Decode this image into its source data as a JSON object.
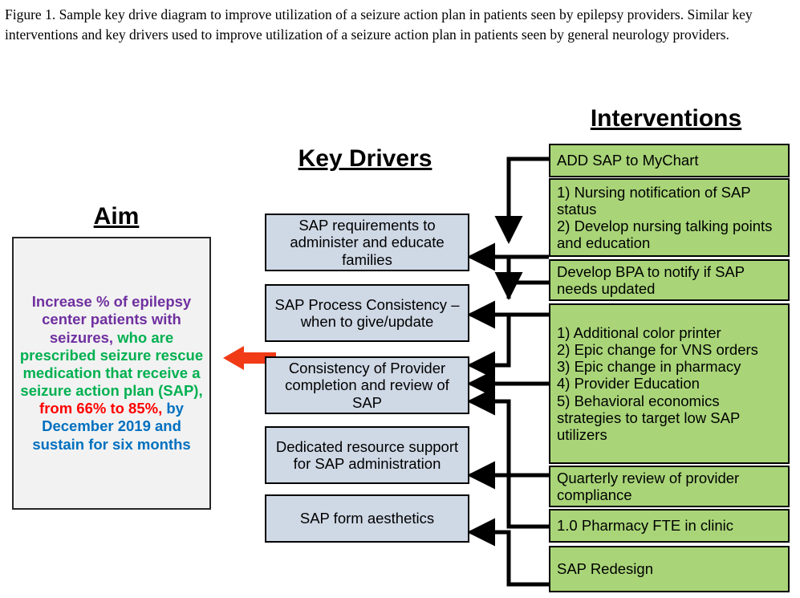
{
  "caption": "Figure 1. Sample key drive diagram to improve utilization of a seizure action plan in patients seen by epilepsy providers. Similar key interventions and key drivers used to improve utilization of a seizure action plan in patients seen by general neurology providers.",
  "headings": {
    "aim": "Aim",
    "key_drivers": "Key Drivers",
    "interventions": "Interventions"
  },
  "aim": {
    "segments": [
      {
        "text": "Increase % of epilepsy center patients with seizures,",
        "color": "#7030A0"
      },
      {
        "text": " who are prescribed seizure rescue medication that receive a seizure action plan (SAP),",
        "color": "#00B050"
      },
      {
        "text": " from 66% to 85%,",
        "color": "#FF0000"
      },
      {
        "text": " by December 2019 and sustain for six months",
        "color": "#0070C0"
      }
    ],
    "full_text": "Increase % of epilepsy center patients with seizures, who are prescribed seizure rescue medication that receive a seizure action plan (SAP), from 66% to 85%, by December 2019 and sustain for six months",
    "baseline_percent": "66%",
    "target_percent": "85%",
    "target_date": "December 2019",
    "sustain_period": "six months",
    "box_fill": "#F2F2F2",
    "box_border": "#262626"
  },
  "arrow": {
    "color": "#F03B16",
    "name": "aim-arrow"
  },
  "key_drivers": {
    "fill": "#CFD8E5",
    "border": "#000000",
    "items": [
      {
        "id": "kd1",
        "label": "SAP requirements to administer and educate families"
      },
      {
        "id": "kd2",
        "label": "SAP Process Consistency – when to give/update"
      },
      {
        "id": "kd3",
        "label": "Consistency of Provider completion and review of SAP"
      },
      {
        "id": "kd4",
        "label": "Dedicated resource support for SAP administration"
      },
      {
        "id": "kd5",
        "label": "SAP form aesthetics"
      }
    ]
  },
  "interventions": {
    "fill": "#A9D578",
    "border": "#000000",
    "items": [
      {
        "id": "iv1",
        "label": "ADD SAP to MyChart"
      },
      {
        "id": "iv2",
        "label": "1) Nursing notification of SAP status\n2) Develop nursing talking points and education"
      },
      {
        "id": "iv3",
        "label": "Develop BPA to notify if SAP needs updated"
      },
      {
        "id": "iv4",
        "label": "1) Additional color printer\n2) Epic change for VNS orders\n3) Epic change in pharmacy\n4) Provider Education\n5) Behavioral economics strategies to target low SAP utilizers"
      },
      {
        "id": "iv5",
        "label": "Quarterly review of provider compliance"
      },
      {
        "id": "iv6",
        "label": "1.0 Pharmacy FTE in clinic"
      },
      {
        "id": "iv7",
        "label": "SAP Redesign"
      }
    ]
  },
  "connections": [
    {
      "from": "iv1",
      "to": "kd1"
    },
    {
      "from": "iv2",
      "to": "kd1"
    },
    {
      "from": "iv3",
      "to": "kd2"
    },
    {
      "from": "iv4",
      "to": "kd2"
    },
    {
      "from": "iv4",
      "to": "kd3"
    },
    {
      "from": "iv5",
      "to": "kd3"
    },
    {
      "from": "iv5",
      "to": "kd4"
    },
    {
      "from": "iv6",
      "to": "kd4"
    },
    {
      "from": "iv7",
      "to": "kd5"
    }
  ]
}
